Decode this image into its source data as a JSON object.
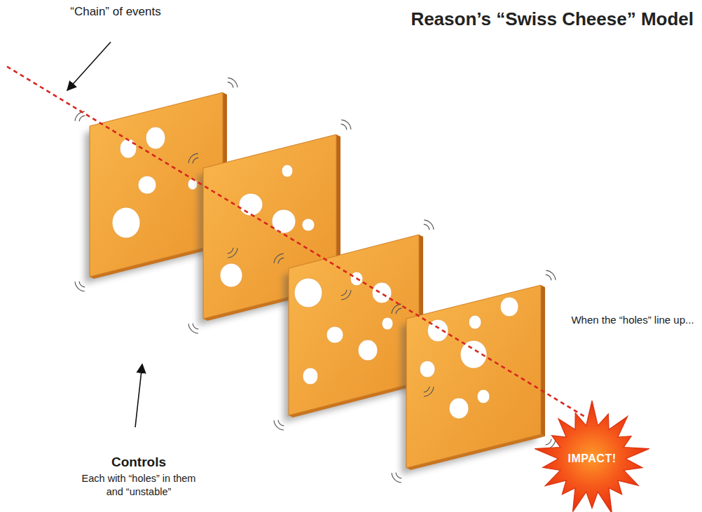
{
  "diagram": {
    "title": "Reason’s “Swiss Cheese” Model",
    "nodes": [
      {
        "text": [
          "IMPACT!"
        ]
      }
    ],
    "labels": [
      "“Chain” of events",
      "Controls",
      "Each with “holes” in them and “unstable”",
      "When the “holes” line up..."
    ]
  }
}
